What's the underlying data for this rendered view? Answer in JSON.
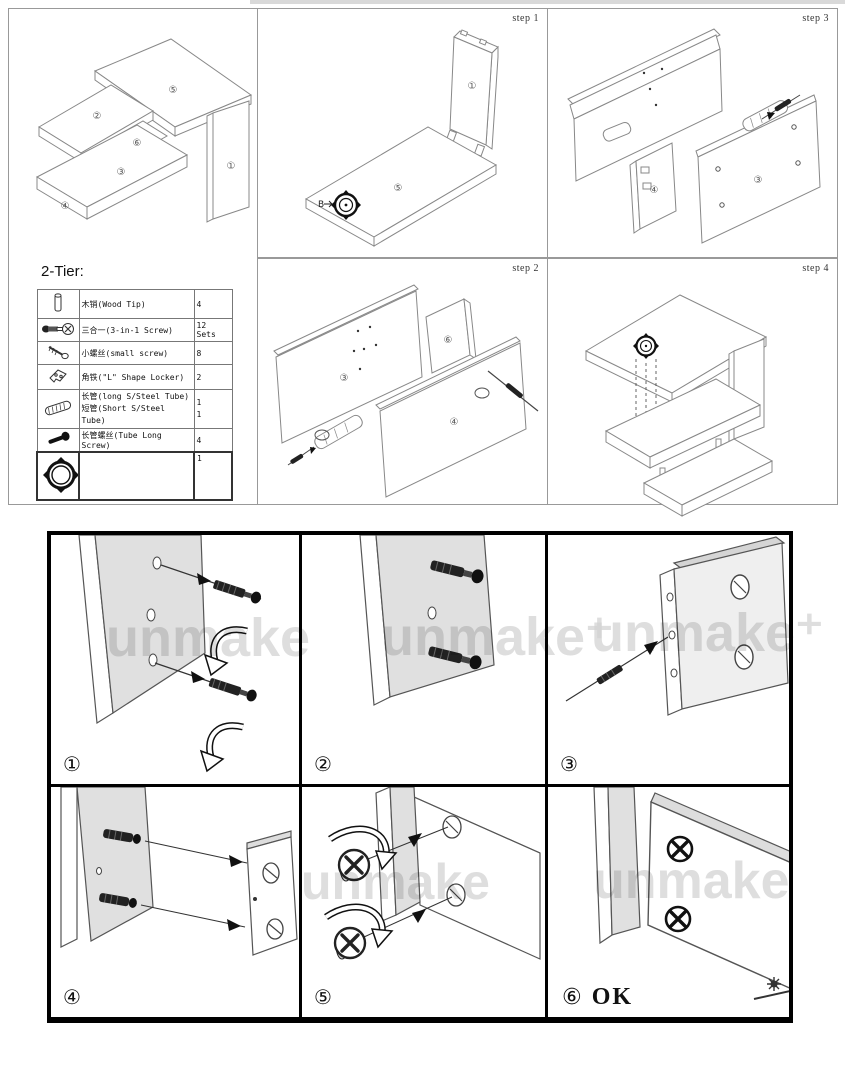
{
  "doc": {
    "parts_title": "2-Tier:",
    "watermark": "unmake",
    "watermark_plus": "unmake⁺"
  },
  "steps": {
    "step1": "step 1",
    "step2": "step 2",
    "step3": "step 3",
    "step4": "step 4"
  },
  "overview": {
    "desk_top": "⑤",
    "upper_shelf": "②",
    "mid_board": "⑥",
    "lower_shelf": "③",
    "end_panel": "④",
    "right_leg": "①"
  },
  "step1_parts": {
    "vertical_panel": "①",
    "base_board": "⑤",
    "bracket_label": "B"
  },
  "step2_parts": {
    "left_panel": "③",
    "mid_panel": "⑥",
    "right_panel": "④"
  },
  "step3_parts": {
    "small_panel": "④",
    "right_panel": "③"
  },
  "parts_table": {
    "rows": [
      {
        "icon": "wood-dowel-icon",
        "label": "木销(Wood Tip)",
        "qty": "4"
      },
      {
        "icon": "cam-bolt-icon",
        "label": "三合一(3-in-1 Screw)",
        "qty": "12 Sets"
      },
      {
        "icon": "small-screw-icon",
        "label": "小螺丝(small screw)",
        "qty": "8"
      },
      {
        "icon": "l-bracket-icon",
        "label": "角铁(\"L\" Shape Locker)",
        "qty": "2"
      },
      {
        "icon": "steel-tube-icon",
        "label": "长管(long S/Steel Tube)",
        "label2": "短管(Short S/Steel Tube)",
        "qty": "1",
        "qty2": "1"
      },
      {
        "icon": "tube-screw-icon",
        "label": "长管螺丝(Tube Long Screw)",
        "qty": "4"
      },
      {
        "icon": "round-bracket-icon",
        "label": "",
        "qty": "1"
      }
    ]
  },
  "detail_steps": {
    "s1": "①",
    "s2": "②",
    "s3": "③",
    "s4": "④",
    "s5": "⑤",
    "s6": "⑥",
    "ok_text": "OK"
  }
}
